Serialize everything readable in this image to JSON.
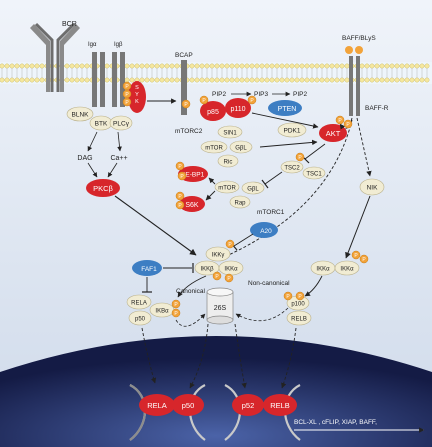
{
  "receptors": {
    "bcr": "BCR",
    "bcap": "BCAP",
    "baff": "BAFF/BLyS",
    "baffr": "BAFF-R"
  },
  "bcr_parts": {
    "iga": "Igα",
    "igb": "Igβ",
    "syk": "SYK",
    "blnk": "BLNK",
    "btk": "BTK",
    "plcg": "PLCγ"
  },
  "second_messengers": {
    "dag": "DAG",
    "ca": "Ca++"
  },
  "lipids": {
    "pip2a": "PIP2",
    "pip3": "PIP3",
    "pip2b": "PIP2"
  },
  "nodes": {
    "p85": "p85",
    "p110": "p110",
    "pten": "PTEN",
    "pdk1": "PDK1",
    "akt": "AKT",
    "mtorc2": "mTORC2",
    "sin1": "SIN1",
    "mtor2": "mTOR",
    "gbl2": "GβL",
    "ric": "Ric",
    "tsc2": "TSC2",
    "tsc1": "TSC1",
    "ebp": "4E-BP1",
    "mtor1": "mTOR",
    "gbl1": "GβL",
    "s6k": "S6K",
    "rap": "Rap",
    "mtorc1": "mTORC1",
    "pkcb": "PKCβ",
    "a20": "A20",
    "nik": "NIK",
    "ikkg": "IKKγ",
    "ikkb": "IKKβ",
    "ikka": "IKKα",
    "faf1": "FAF1",
    "ikka2": "IKKα",
    "ikka3": "IKKα",
    "rela": "RELA",
    "p50": "p50",
    "ikba": "IKBα",
    "p100": "p100",
    "relb": "RELB",
    "proteasome": "26S"
  },
  "pathway_labels": {
    "canonical": "Canonical",
    "noncanonical": "Non-canonical"
  },
  "nucleus": {
    "rela": "RELA",
    "p50": "p50",
    "p52": "p52",
    "relb": "RELB"
  },
  "targets": "BCL-XL , cFLIP,  XIAP, BAFF,",
  "phospho": "P",
  "colors": {
    "background": "#dfe8f4",
    "red": "#d7262b",
    "orange": "#f2a33a",
    "blue_node": "#3d7ec3",
    "nucleus": "#1b2456",
    "membrane": "#f5e7a0"
  }
}
